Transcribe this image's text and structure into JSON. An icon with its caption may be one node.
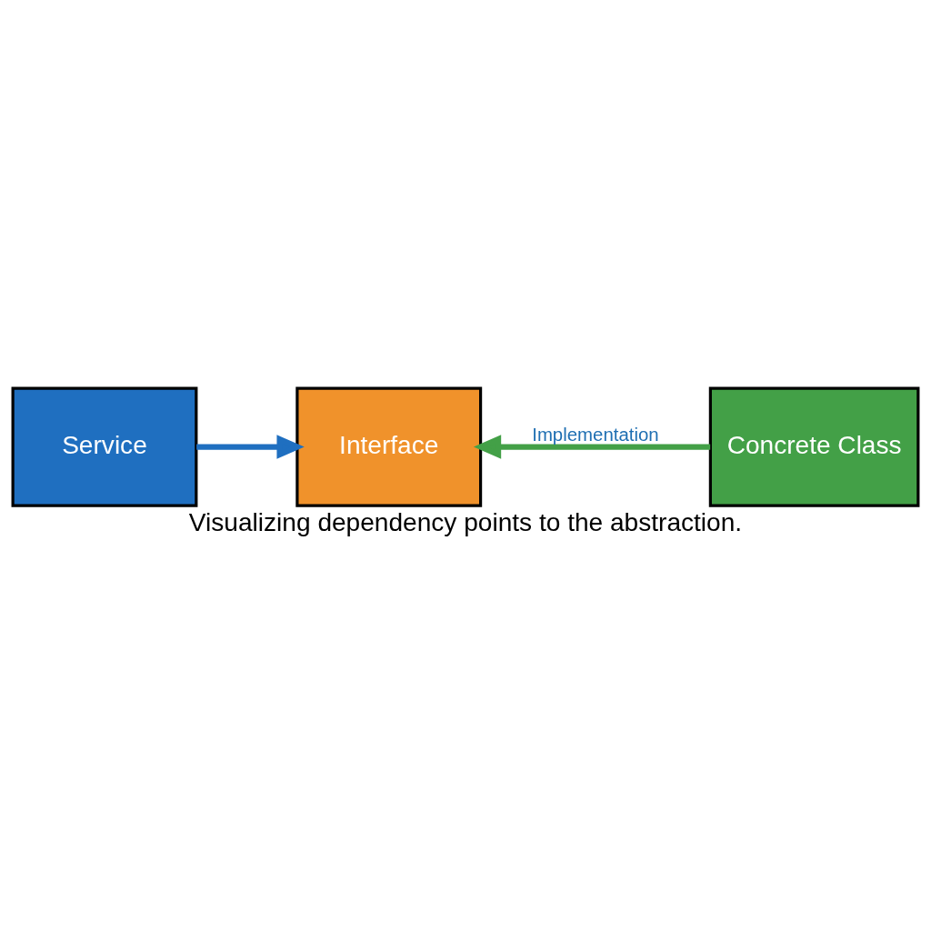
{
  "diagram": {
    "caption": "Visualizing dependency points to the abstraction.",
    "nodes": [
      {
        "text": [
          "Service"
        ]
      },
      {
        "text": [
          "Interface"
        ]
      },
      {
        "text": [
          "Concrete Class"
        ]
      }
    ],
    "edges": [
      {
        "from": 0,
        "to": 1,
        "arrow": "to",
        "color": "#1f6fc0"
      },
      {
        "from": 2,
        "to": 1,
        "arrow": "to",
        "label": "Implementation",
        "color": "#43a047"
      }
    ]
  }
}
